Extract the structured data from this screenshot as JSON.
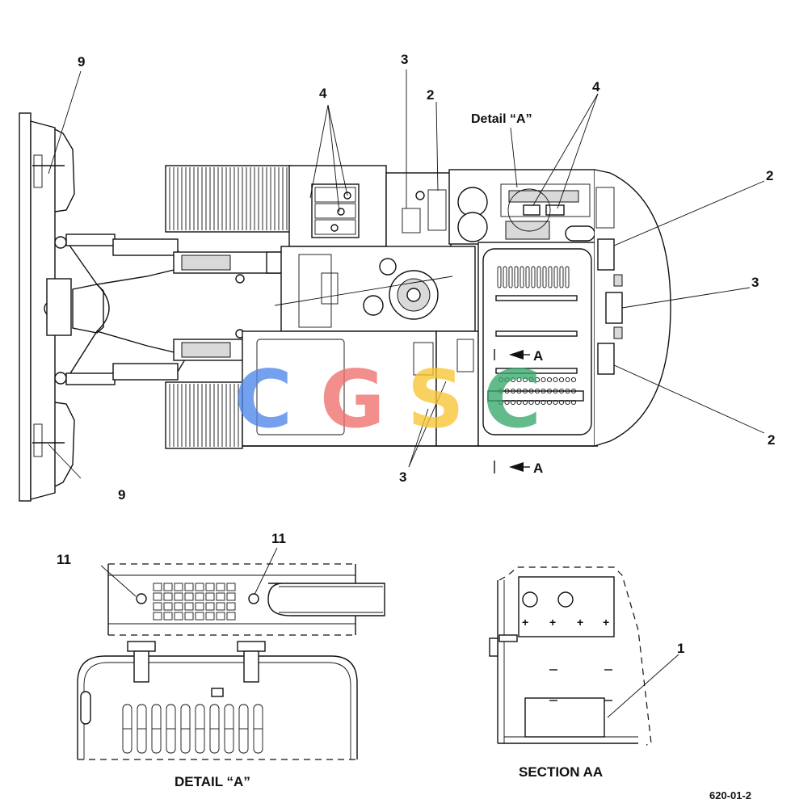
{
  "callouts": {
    "top_9": "9",
    "bottom_9": "9",
    "top_4_left": "4",
    "top_3": "3",
    "top_2": "2",
    "top_4_right": "4",
    "right_2_upper": "2",
    "right_3": "3",
    "right_2_lower": "2",
    "bottom_3": "3",
    "detail_11_left": "11",
    "detail_11_right": "11",
    "section_1": "1"
  },
  "labels": {
    "detail_a_marker": "Detail “A”",
    "section_arrow_upper": "A",
    "section_arrow_lower": "A",
    "detail_a_title": "DETAIL “A”",
    "section_aa_title": "SECTION AA",
    "figure_number": "620-01-2"
  },
  "watermark": {
    "letters": [
      "C",
      "G",
      "S",
      "C"
    ],
    "colors": [
      "#4f86e8",
      "#ef6f6b",
      "#f7c531",
      "#38a86b"
    ]
  }
}
